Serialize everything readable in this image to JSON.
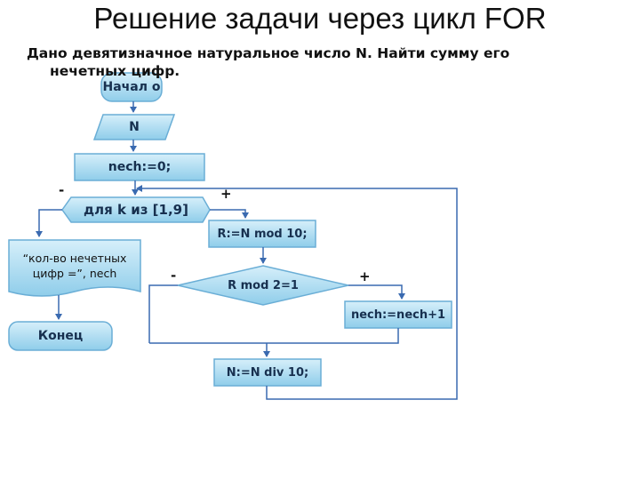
{
  "title": "Решение задачи через цикл FOR",
  "subtitle_line1": "Дано девятизначное натуральное число N. Найти сумму его",
  "subtitle_line2": "нечетных цифр.",
  "blocks": {
    "start": "Начал о",
    "input": "N",
    "init": "nech:=0;",
    "loop": "для k из [1,9]",
    "mod": "R:=N mod 10;",
    "condition": "R mod 2=1",
    "increment": "nech:=nech+1",
    "div": "N:=N div 10;",
    "output": "“кол-во нечетных цифр =”, nech",
    "end": "Конец"
  },
  "labels": {
    "loop_minus": "-",
    "loop_plus": "+",
    "cond_minus": "-",
    "cond_plus": "+"
  },
  "colors": {
    "fill_top": "#c9e9f7",
    "fill_bottom": "#8fcdea",
    "stroke": "#6aaed6",
    "line": "#3a6ab0"
  }
}
